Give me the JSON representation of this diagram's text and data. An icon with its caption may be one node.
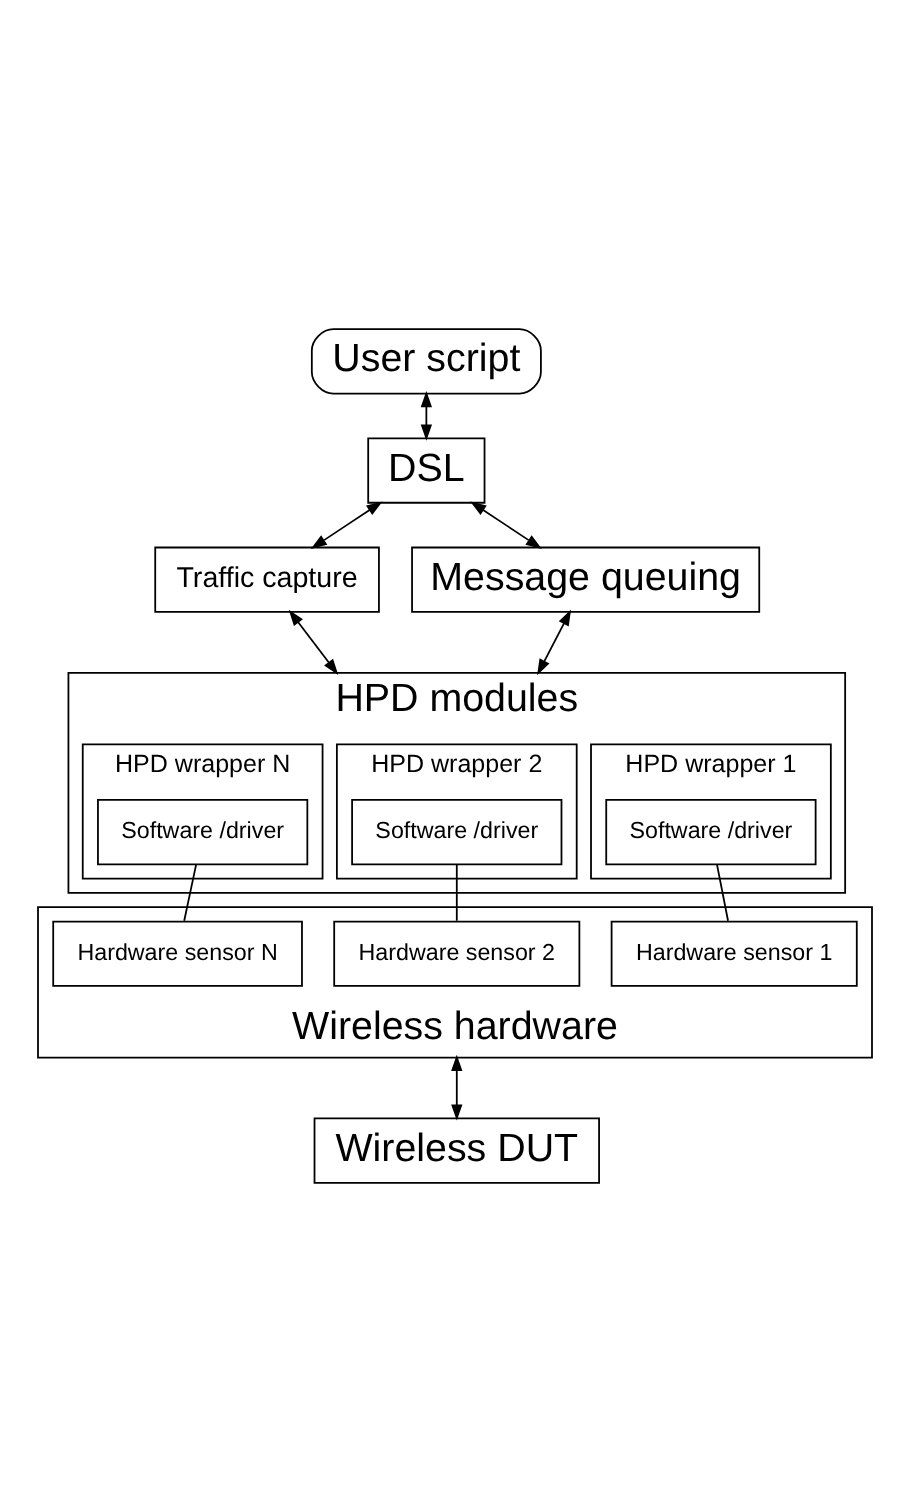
{
  "diagram": {
    "nodes": [
      {
        "text": [
          "User script"
        ]
      },
      {
        "text": [
          "DSL"
        ]
      },
      {
        "text": [
          "Traffic capture"
        ]
      },
      {
        "text": [
          "Message queuing"
        ]
      },
      {
        "text": [
          "HPD modules"
        ]
      },
      {
        "text": [
          "HPD wrapper 1"
        ],
        "in": 4
      },
      {
        "text": [
          "Software /driver"
        ],
        "in": 5
      },
      {
        "text": [
          "HPD wrapper 2"
        ],
        "in": 4
      },
      {
        "text": [
          "Software /driver"
        ],
        "in": 7
      },
      {
        "text": [
          "HPD wrapper N"
        ],
        "in": 4
      },
      {
        "text": [
          "Software /driver"
        ],
        "in": 9
      },
      {
        "text": [
          "Wireless hardware"
        ]
      },
      {
        "text": [
          "Hardware sensor 1"
        ],
        "in": 11
      },
      {
        "text": [
          "Hardware sensor 2"
        ],
        "in": 11
      },
      {
        "text": [
          "Hardware sensor N"
        ],
        "in": 11
      },
      {
        "text": [
          "Wireless DUT"
        ]
      }
    ],
    "edges": [
      {
        "from": 0,
        "to": 1,
        "arrow": "both"
      },
      {
        "from": 1,
        "to": 2,
        "arrow": "both"
      },
      {
        "from": 1,
        "to": 3,
        "arrow": "both"
      },
      {
        "from": 2,
        "to": 4,
        "arrow": "both"
      },
      {
        "from": 3,
        "to": 4,
        "arrow": "both"
      },
      {
        "from": 6,
        "to": 12,
        "arrow": "none"
      },
      {
        "from": 8,
        "to": 13,
        "arrow": "none"
      },
      {
        "from": 10,
        "to": 14,
        "arrow": "none"
      },
      {
        "from": 11,
        "to": 15,
        "arrow": "both"
      }
    ]
  }
}
